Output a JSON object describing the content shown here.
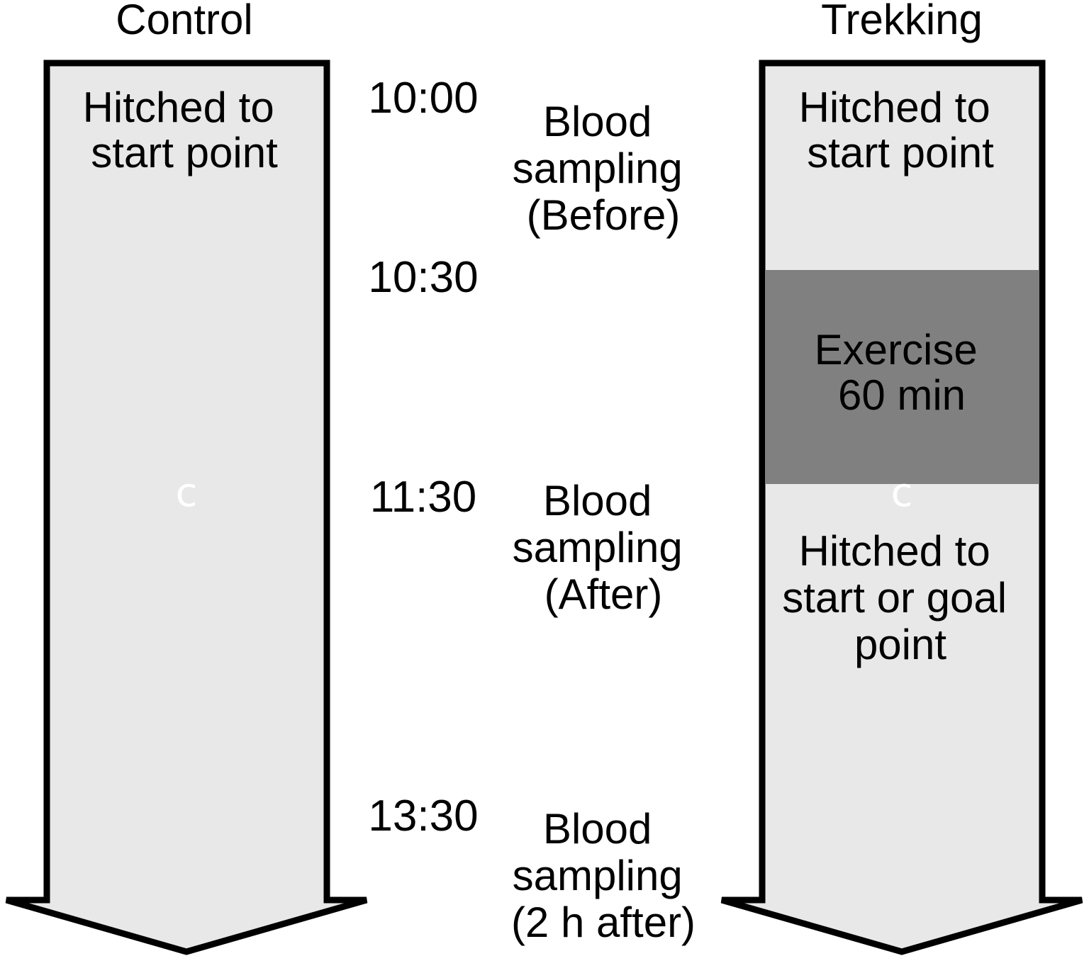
{
  "columns": {
    "control": {
      "title": "Control",
      "start_label": [
        "Hitched to",
        "start point"
      ],
      "marker": "c"
    },
    "trekking": {
      "title": "Trekking",
      "start_label": [
        "Hitched to",
        "start point"
      ],
      "exercise_label": [
        "Exercise",
        "60 min"
      ],
      "after_label": [
        "Hitched to",
        "start or goal",
        "point"
      ],
      "marker": "c"
    }
  },
  "timeline": [
    {
      "time": "10:00",
      "event": [
        "Blood",
        "sampling",
        "(Before)"
      ]
    },
    {
      "time": "10:30",
      "event": []
    },
    {
      "time": "11:30",
      "event": [
        "Blood",
        "sampling",
        "(After)"
      ]
    },
    {
      "time": "13:30",
      "event": [
        "Blood",
        "sampling",
        "(2 h after)"
      ]
    }
  ],
  "colors": {
    "arrow_fill": "#e8e8e8",
    "exercise_fill": "#808080",
    "stroke": "#000000",
    "text": "#000000",
    "marker": "#ffffff"
  }
}
